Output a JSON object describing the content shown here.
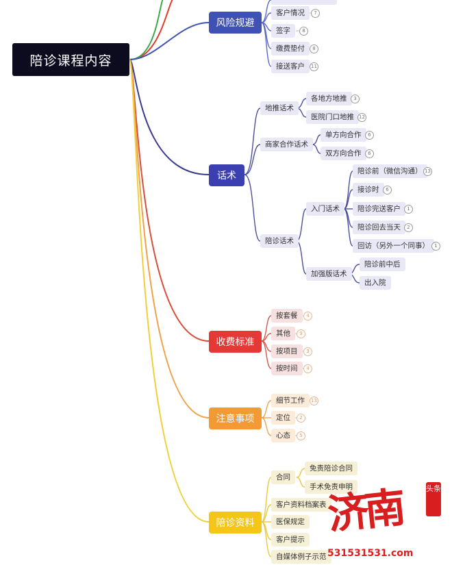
{
  "root": "陪诊课程内容",
  "colors": {
    "root": "#0d0c1f",
    "branch_blue": "#3f51b5",
    "branch_indigo": "#3c3fb0",
    "branch_red": "#e53935",
    "branch_orange": "#f39a35",
    "branch_yellow": "#f5c518"
  },
  "branches": {
    "risk": {
      "label": "风险规避",
      "children": [
        {
          "label": "客户情况",
          "badge": "7"
        },
        {
          "label": "签字",
          "badge": "8"
        },
        {
          "label": "缴费垫付",
          "badge": "8"
        },
        {
          "label": "接送客户",
          "badge": "11"
        }
      ]
    },
    "script": {
      "label": "话术",
      "ground": {
        "label": "地推话术",
        "children": [
          {
            "label": "各地方地推",
            "badge": "3"
          },
          {
            "label": "医院门口地推",
            "badge": "12"
          }
        ]
      },
      "merchant": {
        "label": "商家合作话术",
        "children": [
          {
            "label": "单方向合作",
            "badge": "6"
          },
          {
            "label": "双方向合作",
            "badge": "6"
          }
        ]
      },
      "escort": {
        "label": "陪诊话术",
        "intro": {
          "label": "入门话术",
          "children": [
            {
              "label": "陪诊前（微信沟通）",
              "badge": "13"
            },
            {
              "label": "接诊时",
              "badge": "6"
            },
            {
              "label": "陪诊完送客户",
              "badge": "1"
            },
            {
              "label": "陪诊回去当天",
              "badge": "2"
            },
            {
              "label": "回访（另外一个同事）",
              "badge": "1"
            }
          ]
        },
        "advanced": {
          "label": "加强版话术",
          "children": [
            {
              "label": "陪诊前中后"
            },
            {
              "label": "出入院"
            }
          ]
        }
      }
    },
    "fees": {
      "label": "收费标准",
      "children": [
        {
          "label": "按套餐",
          "badge": "4"
        },
        {
          "label": "其他",
          "badge": "9"
        },
        {
          "label": "按项目",
          "badge": "3"
        },
        {
          "label": "按时间",
          "badge": "4"
        }
      ]
    },
    "notes": {
      "label": "注意事项",
      "children": [
        {
          "label": "细节工作",
          "badge": "13"
        },
        {
          "label": "定位",
          "badge": "2"
        },
        {
          "label": "心态",
          "badge": "5"
        }
      ]
    },
    "materials": {
      "label": "陪诊资料",
      "contract": {
        "label": "合同",
        "children": [
          {
            "label": "免责陪诊合同"
          },
          {
            "label": "手术免责申明"
          }
        ]
      },
      "children": [
        {
          "label": "客户资料档案表"
        },
        {
          "label": "医保规定"
        },
        {
          "label": "客户提示"
        },
        {
          "label": "自媒体例子示范"
        }
      ]
    }
  },
  "watermark": {
    "text": "济南",
    "tag": "头条",
    "url": "531531531.com"
  }
}
